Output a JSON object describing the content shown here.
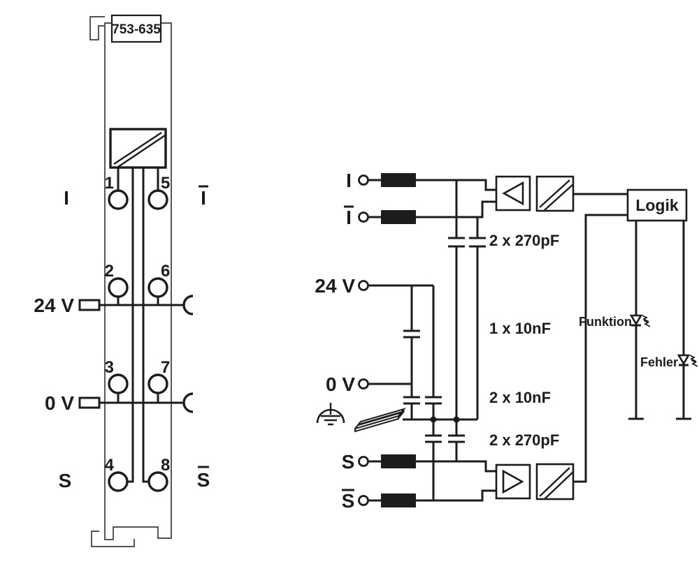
{
  "module": {
    "part_number": "753-635",
    "terminal_numbers": {
      "t1": "1",
      "t2": "2",
      "t3": "3",
      "t4": "4",
      "t5": "5",
      "t6": "6",
      "t7": "7",
      "t8": "8"
    },
    "labels": {
      "input": "I",
      "input_inv": "I",
      "supply": "24 V",
      "ground": "0 V",
      "shield": "S",
      "shield_inv": "S"
    }
  },
  "schematic": {
    "inputs": {
      "input": "I",
      "input_inv": "I",
      "supply": "24 V",
      "ground": "0 V",
      "shield": "S",
      "shield_inv": "S"
    },
    "capacitors": {
      "input_pair": "2 x 270pF",
      "supply_single": "1 x 10nF",
      "supply_pair": "2 x 10nF",
      "shield_pair": "2 x 270pF"
    },
    "logic": {
      "label": "Logik"
    },
    "leds": {
      "function": "Funktion",
      "error": "Fehler"
    }
  },
  "colors": {
    "line": "#1c1c1c",
    "module_outline": "#3a3a3a",
    "background": "#ffffff"
  }
}
